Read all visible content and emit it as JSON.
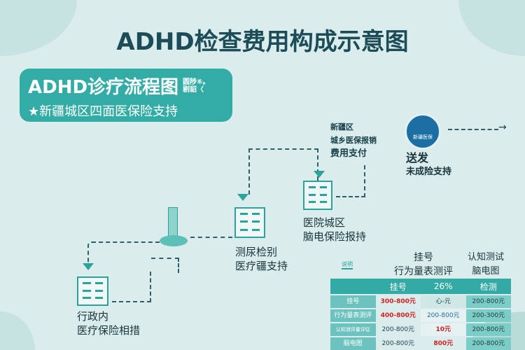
{
  "title": "ADHD检查费用构成示意图",
  "banner": {
    "line1": "ADHD诊疗流程图",
    "line1_small": "圆陟⑥。 剔貂〈",
    "line2": "★新疆城区四面医保险支持"
  },
  "nodes": [
    {
      "id": "hospital-bottom",
      "lines": [
        "行政内",
        "医疗保险相措"
      ]
    },
    {
      "id": "tower",
      "lines": []
    },
    {
      "id": "hospital-mid",
      "lines": [
        "测尿检别",
        "医疗疆支持"
      ]
    },
    {
      "id": "hospital-upper",
      "lines": [
        "医院城区",
        "脑电保险报持"
      ]
    },
    {
      "id": "note-top",
      "lines": [
        "新疆区",
        "城乡医保报销",
        "费用支付"
      ]
    },
    {
      "id": "logo-node",
      "logo_text": "新疆医保",
      "lines": [
        "送发",
        "未成险支持"
      ]
    }
  ],
  "table": {
    "top_labels": [
      "挂号",
      "行为量表测评",
      "认知测试",
      "脑电图"
    ],
    "small_label": "说明",
    "header": [
      "",
      "挂号",
      "26%",
      "检测"
    ],
    "rows": [
      [
        "挂号",
        "300-800元",
        "心-元",
        "200-800元"
      ],
      [
        "行为量表测评",
        "400-800元",
        "200-800元",
        "200-300元"
      ],
      [
        "认知测评量评估",
        "200-800元",
        "10元",
        "200-800元"
      ],
      [
        "脑电图",
        "200-800元",
        "800元",
        "200-800元"
      ]
    ]
  },
  "colors": {
    "accent": "#33aca6",
    "title": "#1b4c57",
    "background": "#dbecec",
    "warning": "#d42020"
  }
}
